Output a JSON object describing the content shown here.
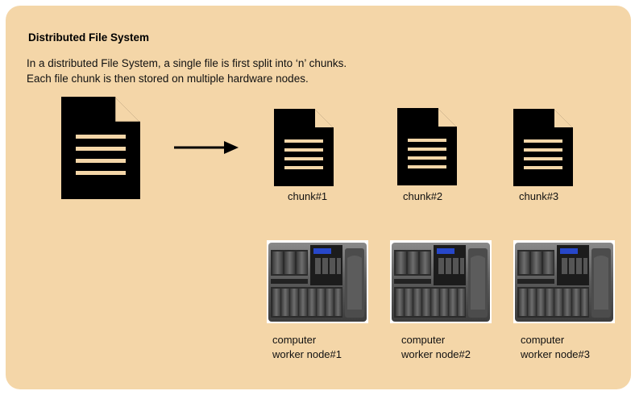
{
  "diagram": {
    "title": "Distributed File System",
    "description": [
      "In a distributed File System, a single file is first split into ‘n’ chunks.",
      "Each file chunk is then  stored on multiple hardware nodes."
    ],
    "icons": {
      "file": "document-icon",
      "arrow": "arrow-right-icon",
      "server": "server-rack-icon"
    },
    "chunks": [
      {
        "label": "chunk#1"
      },
      {
        "label": "chunk#2"
      },
      {
        "label": "chunk#3"
      }
    ],
    "nodes": [
      {
        "line1": "computer",
        "line2": "worker node#1"
      },
      {
        "line1": "computer",
        "line2": "worker node#2"
      },
      {
        "line1": "computer",
        "line2": "worker node#3"
      }
    ],
    "colors": {
      "panel": "#f4d6a8",
      "document": "#000000",
      "document_lines": "#f4d6a8"
    }
  }
}
